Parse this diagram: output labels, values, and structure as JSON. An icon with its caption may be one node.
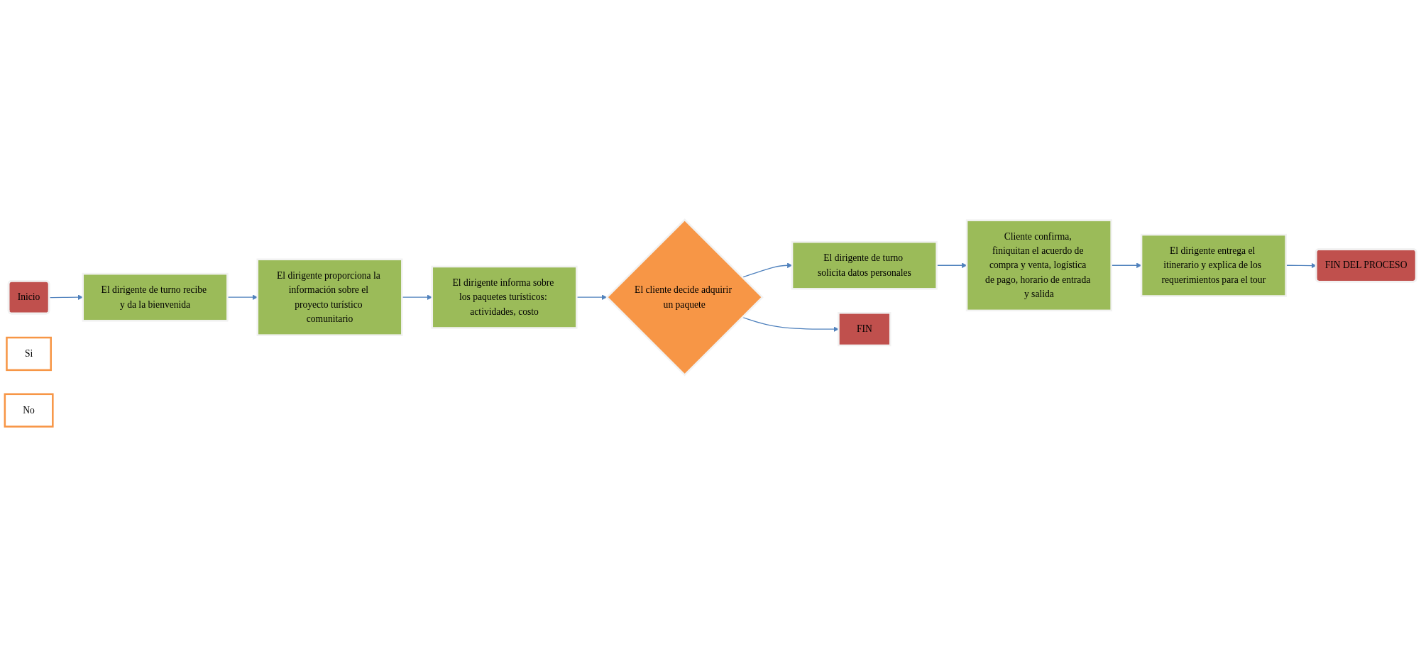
{
  "diagram": {
    "nodes": [
      {
        "text": [
          "Inicio"
        ]
      },
      {
        "text": [
          "El dirigente de turno recibe y da la bienvenida"
        ]
      },
      {
        "text": [
          "El dirigente proporciona la información sobre el proyecto turístico comunitario"
        ]
      },
      {
        "text": [
          "El dirigente informa sobre los paquetes turísticos: actividades, costo"
        ]
      },
      {
        "text": [
          "El cliente decide adquirir un paquete"
        ]
      },
      {
        "text": [
          "Si"
        ]
      },
      {
        "text": [
          "El dirigente de turno solicita datos personales"
        ]
      },
      {
        "text": [
          "No"
        ]
      },
      {
        "text": [
          "FIN"
        ]
      },
      {
        "text": [
          "Cliente confirma, finiquitan el acuerdo de compra y venta, logística de pago, horario de entrada y salida"
        ]
      },
      {
        "text": [
          "El dirigente entrega el itinerario y explica de los requerimientos para el tour"
        ]
      },
      {
        "text": [
          "FIN DEL PROCESO"
        ]
      }
    ],
    "edges": [
      {
        "from": 0,
        "to": 1,
        "arrow": "to"
      },
      {
        "from": 1,
        "to": 2,
        "arrow": "to"
      },
      {
        "from": 2,
        "to": 3,
        "arrow": "to"
      },
      {
        "from": 3,
        "to": 4,
        "arrow": "to"
      },
      {
        "from": 4,
        "to": 6,
        "arrow": "to"
      },
      {
        "from": 4,
        "to": 8,
        "arrow": "to"
      },
      {
        "from": 6,
        "to": 9,
        "arrow": "to"
      },
      {
        "from": 9,
        "to": 10,
        "arrow": "to"
      },
      {
        "from": 10,
        "to": 11,
        "arrow": "to"
      }
    ]
  }
}
